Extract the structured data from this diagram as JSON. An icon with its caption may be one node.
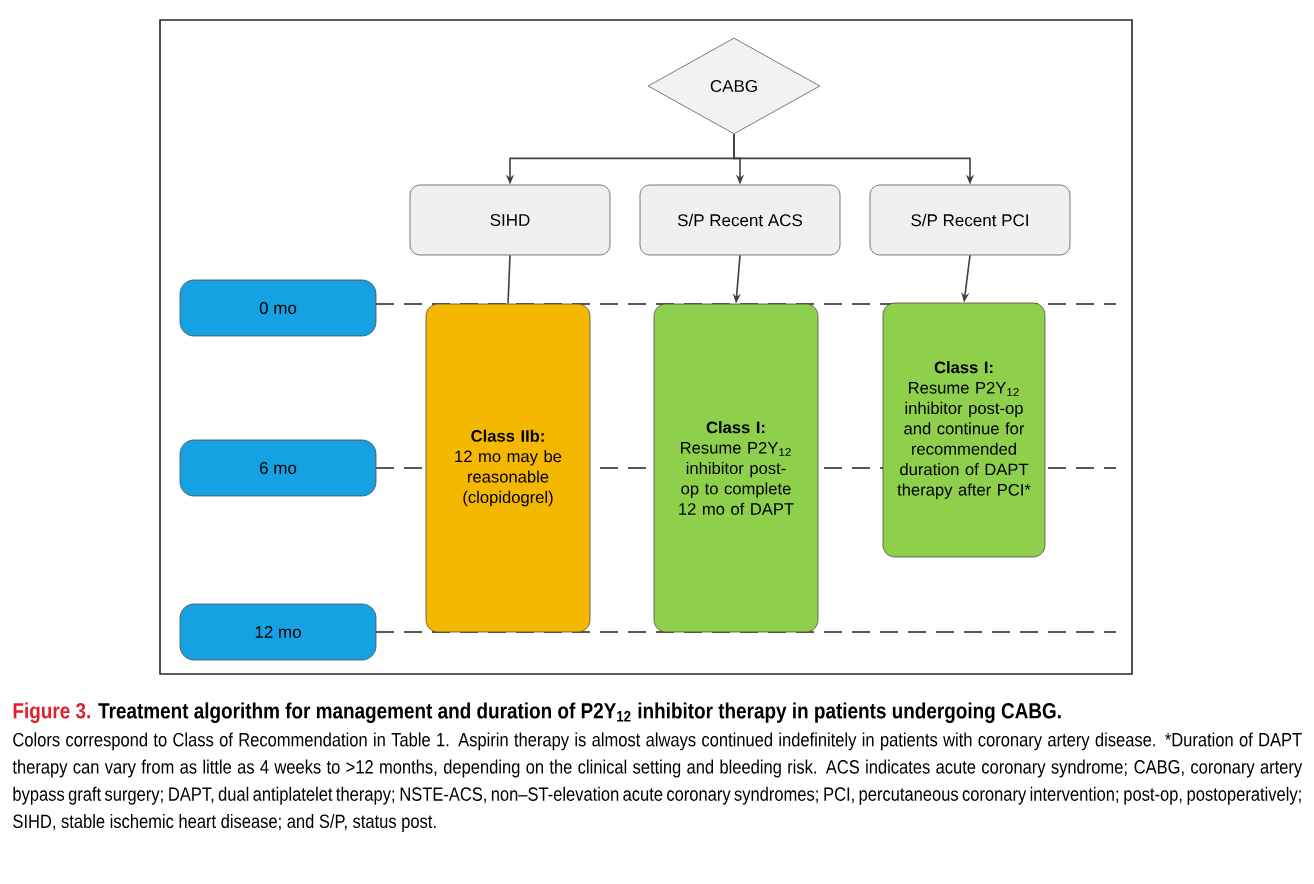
{
  "diagram": {
    "title": "Treatment algorithm for management and duration of P2Y$_{12}$ inhibitor therapy in patients undergoing CABG.",
    "caption": "Colors correspond to Class of Recommendation in Table 1. Aspirin therapy is almost always continued indefinitely in patients with coronary artery disease. *Duration of DAPT therapy can vary from as little as 4 weeks to >12 months, depending on the clinical setting and bleeding risk. ACS indicates acute coronary syndrome; CABG, coronary artery bypass graft surgery; DAPT, dual antiplatelet therapy; NSTE-ACS, non–ST-elevation acute coronary syndromes; PCI, percutaneous coronary intervention; post-op, postoperatively; SIHD, stable ischemic heart disease; and S/P, status post.",
    "nodes": [
      {
        "text": [
          "CABG"
        ]
      },
      {
        "text": [
          "SIHD"
        ]
      },
      {
        "text": [
          "S/P Recent ACS"
        ]
      },
      {
        "text": [
          "S/P Recent PCI"
        ]
      },
      {
        "text": [
          "0 mo"
        ]
      },
      {
        "text": [
          "6 mo"
        ]
      },
      {
        "text": [
          "12 mo"
        ]
      },
      {
        "text": [
          "Class IIb:",
          "12 mo may be reasonable (clopidogrel)"
        ]
      },
      {
        "text": [
          "Class I:",
          "Resume P2Y$_{12}$ inhibitor post-op to complete 12 mo of DAPT"
        ]
      },
      {
        "text": [
          "Class I:",
          "Resume P2Y$_{12}$ inhibitor post-op and continue for recommended duration of DAPT therapy after PCI*"
        ]
      }
    ],
    "edges": [
      {
        "from": 0,
        "to": 1,
        "arrow": "to"
      },
      {
        "from": 0,
        "to": 2,
        "arrow": "to"
      },
      {
        "from": 0,
        "to": 3,
        "arrow": "to"
      },
      {
        "from": 1,
        "to": 7,
        "arrow": "none"
      },
      {
        "from": 2,
        "to": 8,
        "arrow": "to"
      },
      {
        "from": 3,
        "to": 9,
        "arrow": "to"
      }
    ],
    "labels": [
      "Figure 3."
    ]
  }
}
